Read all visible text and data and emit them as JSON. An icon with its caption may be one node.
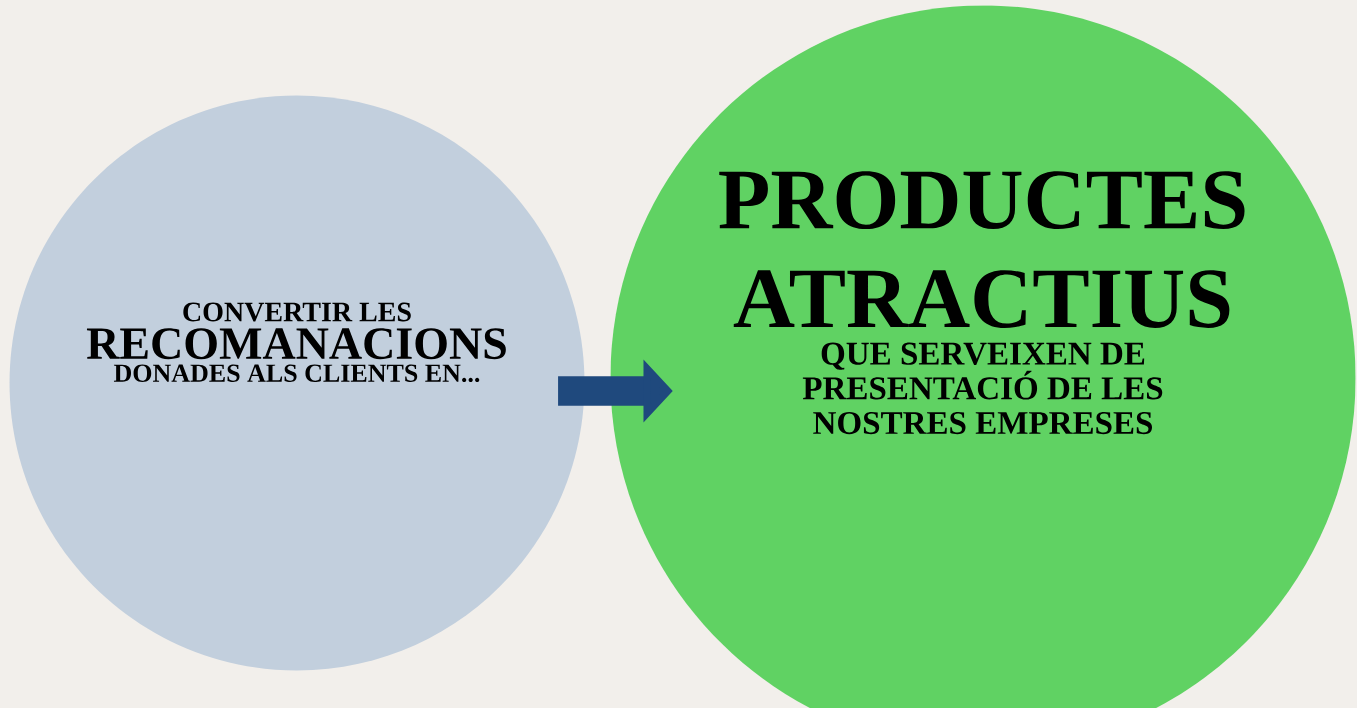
{
  "diagram": {
    "nodes": [
      {
        "text": [
          "CONVERTIR LES",
          "RECOMANACIONS",
          "DONADES ALS CLIENTS EN..."
        ]
      },
      {
        "text": [
          "PRODUCTES ATRACTIUS",
          "QUE SERVEIXEN DE PRESENTACIÓ DE LES NOSTRES EMPRESES"
        ]
      }
    ],
    "edges": [
      {
        "from": 0,
        "to": 1,
        "arrow": "to"
      }
    ]
  }
}
